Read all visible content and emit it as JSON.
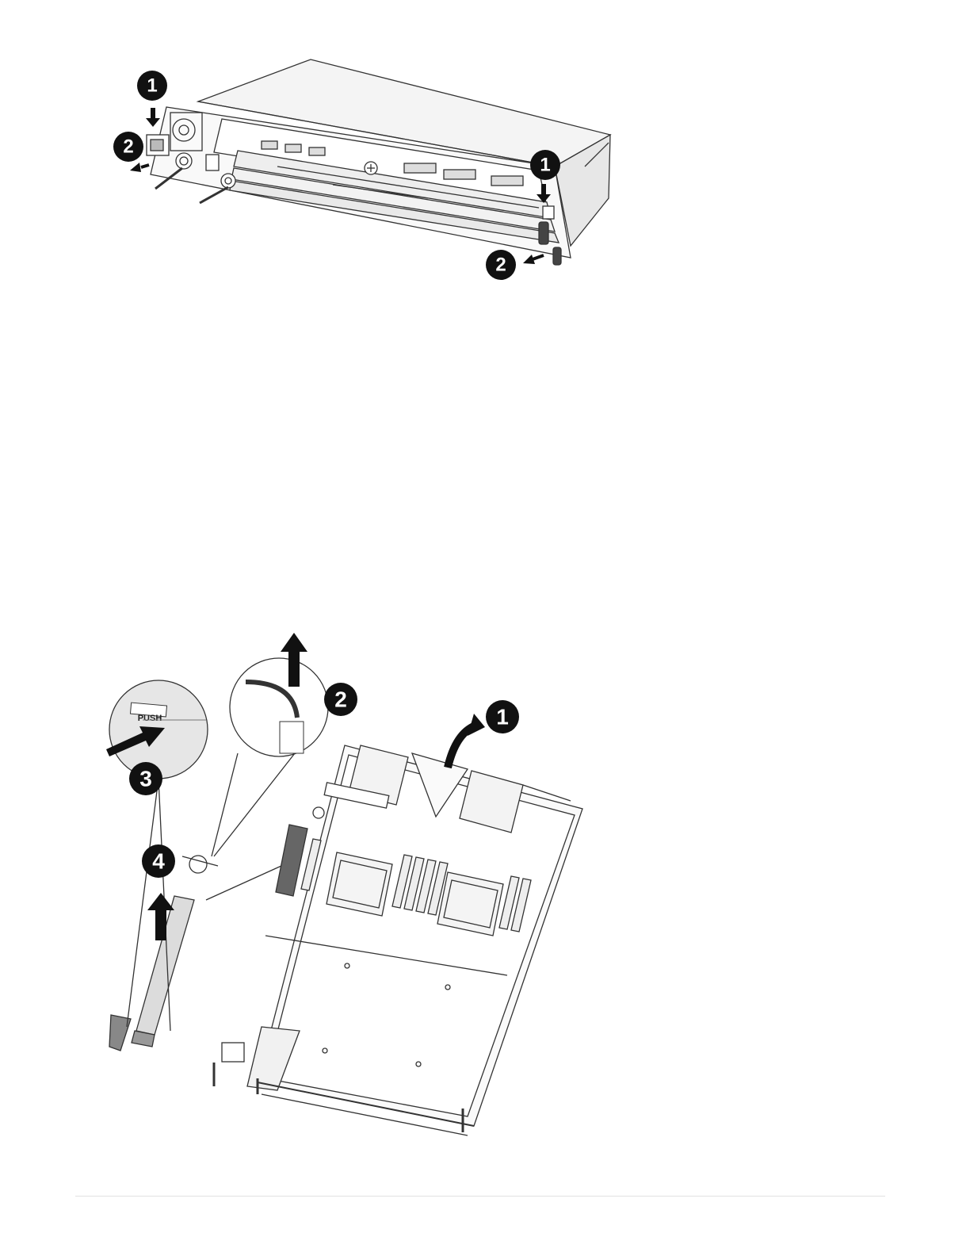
{
  "figure1": {
    "callouts": [
      "1",
      "2",
      "1",
      "2"
    ]
  },
  "figure2": {
    "callouts": [
      "1",
      "2",
      "3",
      "4"
    ],
    "push_label": "PUSH"
  }
}
